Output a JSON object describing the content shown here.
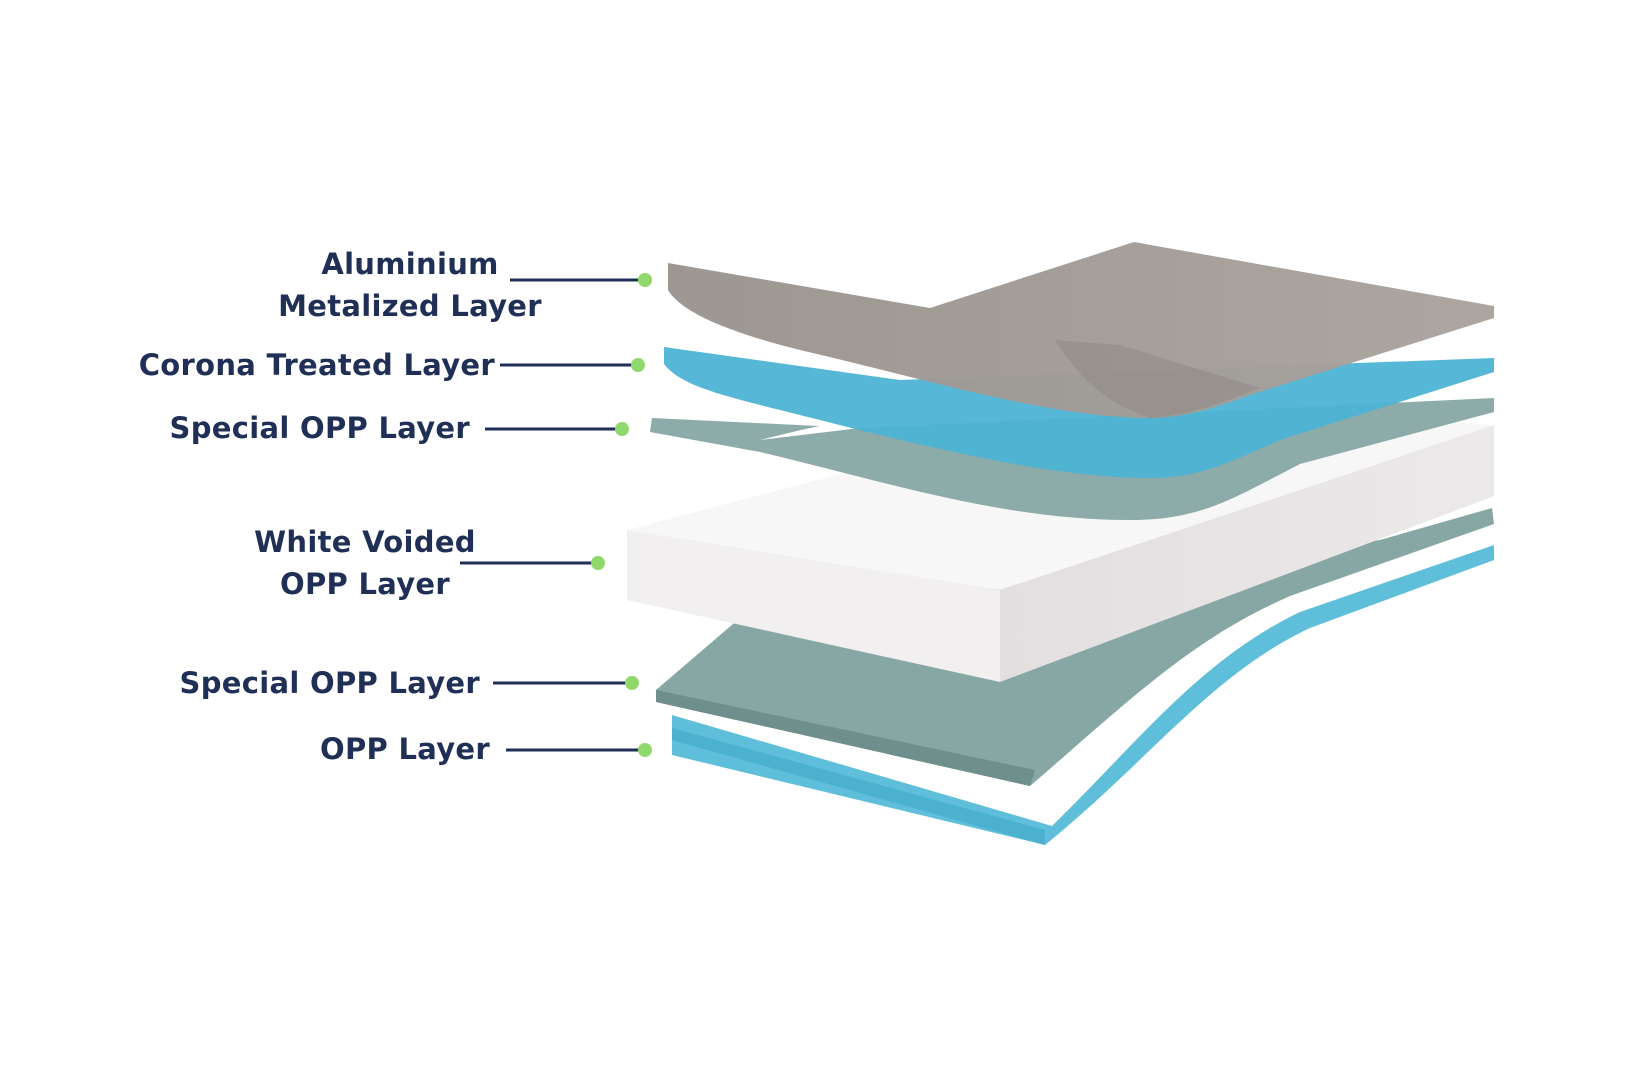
{
  "layers": [
    {
      "id": "aluminium-metalized",
      "label_lines": [
        "Aluminium",
        "Metalized Layer"
      ],
      "color": "#a39d98"
    },
    {
      "id": "corona-treated",
      "label_lines": [
        "Corona Treated Layer"
      ],
      "color": "#4db3d4"
    },
    {
      "id": "special-opp-top",
      "label_lines": [
        "Special OPP Layer"
      ],
      "color": "#86a7a4"
    },
    {
      "id": "white-voided-opp",
      "label_lines": [
        "White Voided",
        "OPP Layer"
      ],
      "color": "#f3f1f1"
    },
    {
      "id": "special-opp-bottom",
      "label_lines": [
        "Special OPP Layer"
      ],
      "color": "#86a7a4"
    },
    {
      "id": "opp",
      "label_lines": [
        "OPP Layer"
      ],
      "color": "#5fbfdb"
    }
  ],
  "colors": {
    "label_text": "#1f2f55",
    "leader_line": "#1f2f55",
    "leader_dot": "#8fd86b"
  }
}
